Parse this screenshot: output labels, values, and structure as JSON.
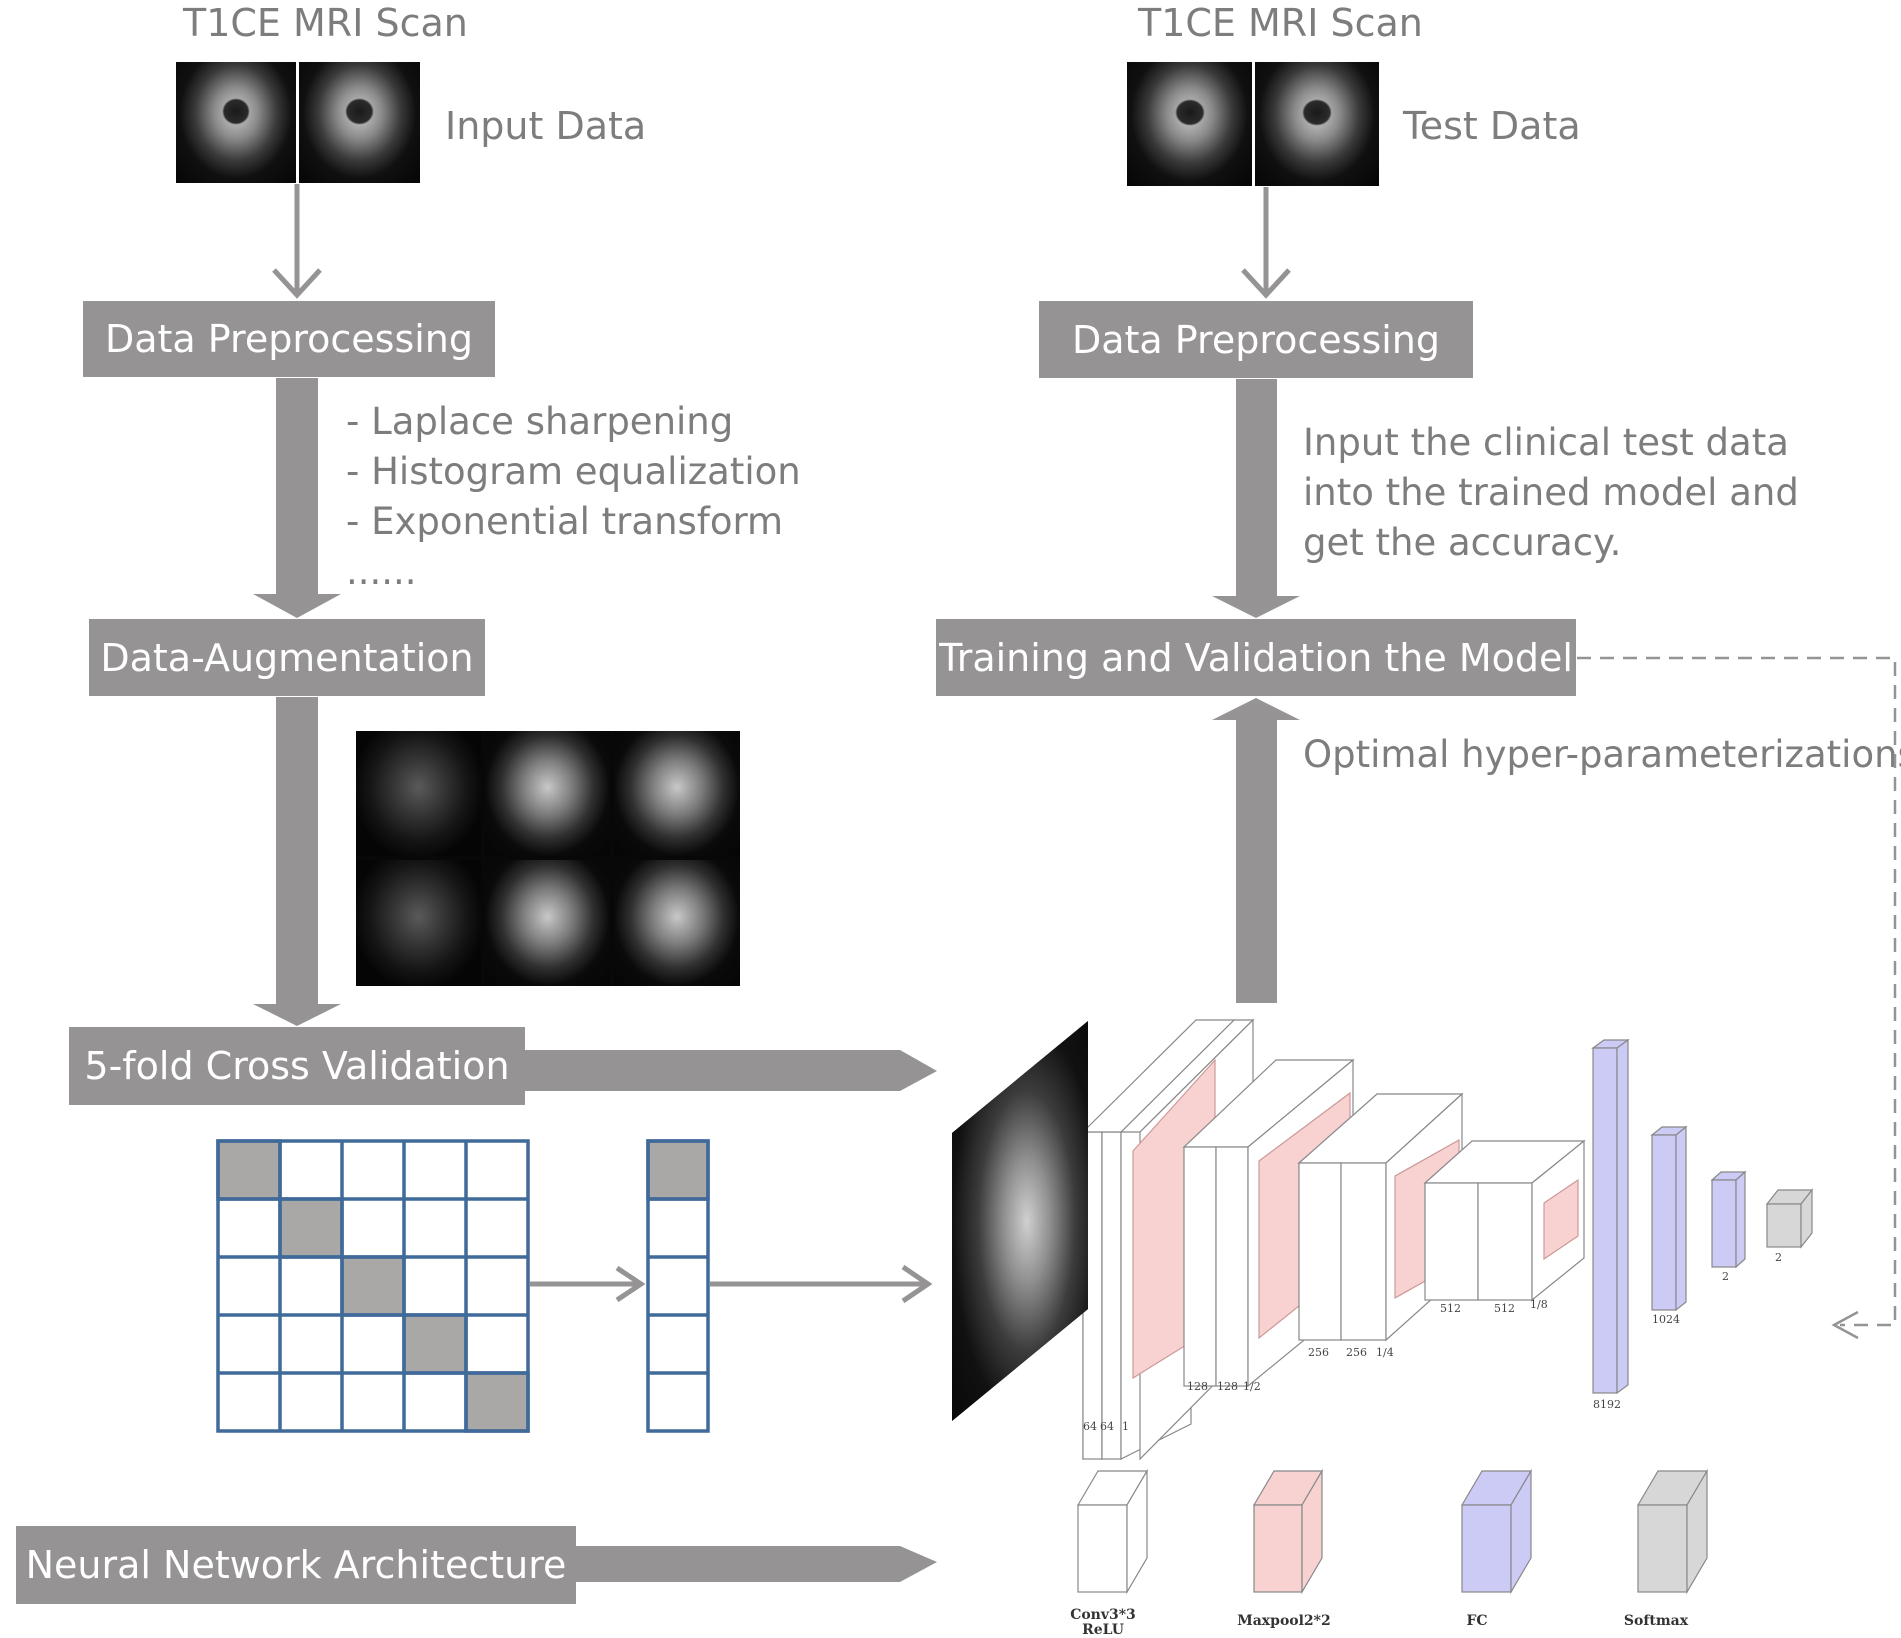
{
  "left_flow": {
    "scan_title": "T1CE MRI Scan",
    "scan_caption": "Input Data",
    "preprocessing": "Data Preprocessing",
    "preprocessing_steps": [
      "- Laplace sharpening",
      "- Histogram equalization",
      "- Exponential transform",
      "......"
    ],
    "augmentation": "Data-Augmentation",
    "cross_validation": "5-fold Cross Validation",
    "architecture": "Neural Network Architecture"
  },
  "right_flow": {
    "scan_title": "T1CE MRI Scan",
    "scan_caption": "Test Data",
    "preprocessing": "Data Preprocessing",
    "test_note": [
      "Input the clinical test data",
      "into the trained model and",
      "get the accuracy."
    ],
    "training": "Training and Validation the Model",
    "hyper_note": "Optimal hyper-parameterizations"
  },
  "network": {
    "labels": {
      "c1a": "64",
      "c1b": "64",
      "s1": "1",
      "c2a": "128",
      "c2b": "128",
      "s2": "1/2",
      "c3a": "256",
      "c3b": "256",
      "s3": "1/4",
      "c4a": "512",
      "c4b": "512",
      "s4": "1/8",
      "fc1": "8192",
      "fc2": "1024",
      "fc3": "2",
      "sm": "2"
    },
    "legend": {
      "conv": [
        "Conv3*3",
        "ReLU"
      ],
      "pool": "Maxpool2*2",
      "fc": "FC",
      "softmax": "Softmax"
    }
  },
  "colors": {
    "box": "#969394",
    "arrow": "#969394",
    "text": "#7d7d7d",
    "grid": "#3f6a99",
    "grid_fill": "#aaa7a7",
    "pool": "#f8d1d1",
    "fc": "#cccbf6",
    "softmax": "#d7d7d7"
  }
}
